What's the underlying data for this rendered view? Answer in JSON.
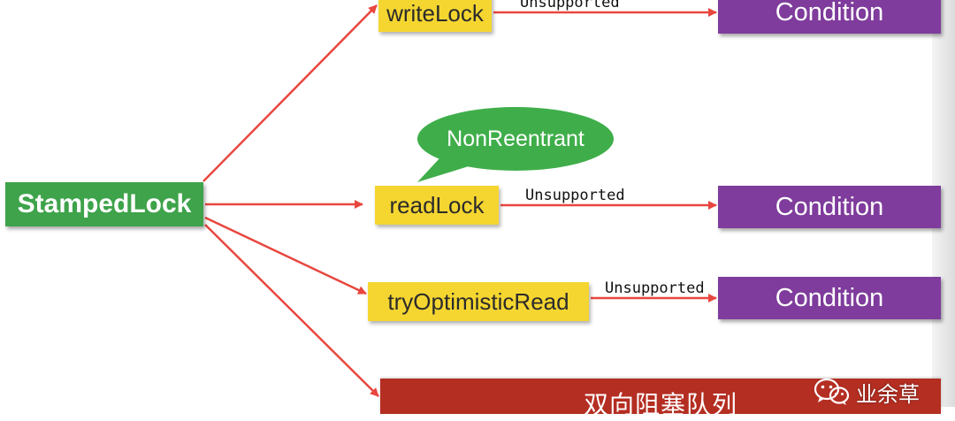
{
  "main_node": {
    "label": "StampedLock"
  },
  "methods": [
    {
      "label": "writeLock"
    },
    {
      "label": "readLock"
    },
    {
      "label": "tryOptimisticRead"
    }
  ],
  "conditions": [
    {
      "label": "Condition"
    },
    {
      "label": "Condition"
    },
    {
      "label": "Condition"
    }
  ],
  "edge_labels": [
    {
      "label": "Unsupported"
    },
    {
      "label": "Unsupported"
    },
    {
      "label": "Unsupported"
    }
  ],
  "note_bubble": {
    "label": "NonReentrant"
  },
  "queue": {
    "label": "双向阻塞队列"
  },
  "watermark": {
    "text": "业余草",
    "icon": "wechat-icon"
  },
  "colors": {
    "main_node": "#3ea34a",
    "method": "#f5d630",
    "condition": "#7f3c9c",
    "queue": "#b42e22",
    "arrow": "#e8473f",
    "bubble": "#3fae4a"
  }
}
